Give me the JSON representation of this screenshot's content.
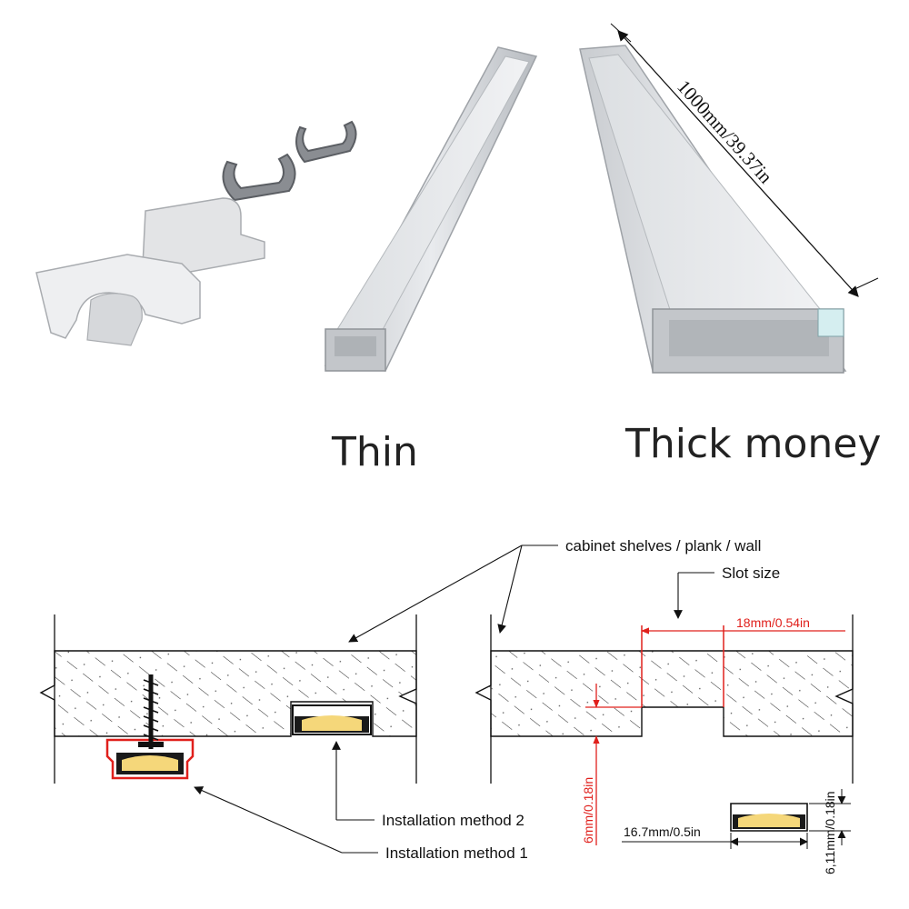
{
  "photo": {
    "dimension_label": "1000mm/39.37in",
    "caption_left": "Thin",
    "caption_right": "Thick money"
  },
  "diagram": {
    "label_surface": "cabinet shelves / plank / wall",
    "label_slot": "Slot size",
    "dim_slot_width": "18mm/0.54in",
    "dim_slot_depth": "6mm/0.18in",
    "dim_profile_width": "16.7mm/0.5in",
    "dim_profile_height": "6,11mm/0.18in",
    "label_method_2": "Installation method 2",
    "label_method_1": "Installation method 1"
  },
  "colors": {
    "red_dimension": "#e0201c",
    "diffuser_yellow": "#f5d77a",
    "profile_black": "#1a1a1a"
  }
}
